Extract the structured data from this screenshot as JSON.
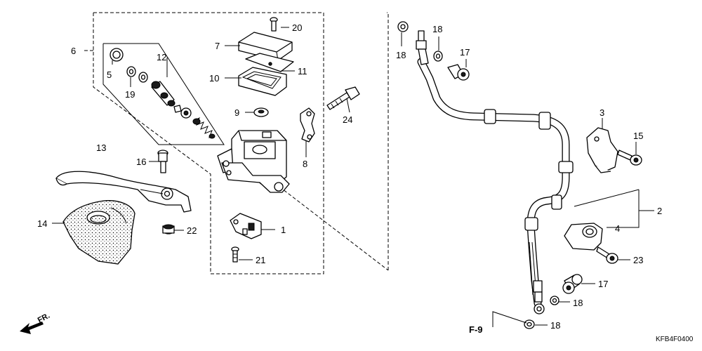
{
  "diagram": {
    "code": "KFB4F0400",
    "direction_label": "FR.",
    "reference": "F-9",
    "callouts": [
      {
        "id": "c1",
        "text": "1"
      },
      {
        "id": "c2",
        "text": "2"
      },
      {
        "id": "c3",
        "text": "3"
      },
      {
        "id": "c4",
        "text": "4"
      },
      {
        "id": "c5",
        "text": "5"
      },
      {
        "id": "c6",
        "text": "6"
      },
      {
        "id": "c7",
        "text": "7"
      },
      {
        "id": "c8",
        "text": "8"
      },
      {
        "id": "c9",
        "text": "9"
      },
      {
        "id": "c10",
        "text": "10"
      },
      {
        "id": "c11",
        "text": "11"
      },
      {
        "id": "c12",
        "text": "12"
      },
      {
        "id": "c13",
        "text": "13"
      },
      {
        "id": "c14",
        "text": "14"
      },
      {
        "id": "c15",
        "text": "15"
      },
      {
        "id": "c16",
        "text": "16"
      },
      {
        "id": "c17a",
        "text": "17"
      },
      {
        "id": "c17b",
        "text": "17"
      },
      {
        "id": "c18a",
        "text": "18"
      },
      {
        "id": "c18b",
        "text": "18"
      },
      {
        "id": "c18c",
        "text": "18"
      },
      {
        "id": "c18d",
        "text": "18"
      },
      {
        "id": "c19",
        "text": "19"
      },
      {
        "id": "c20",
        "text": "20"
      },
      {
        "id": "c21",
        "text": "21"
      },
      {
        "id": "c22",
        "text": "22"
      },
      {
        "id": "c23",
        "text": "23"
      },
      {
        "id": "c24",
        "text": "24"
      }
    ]
  }
}
